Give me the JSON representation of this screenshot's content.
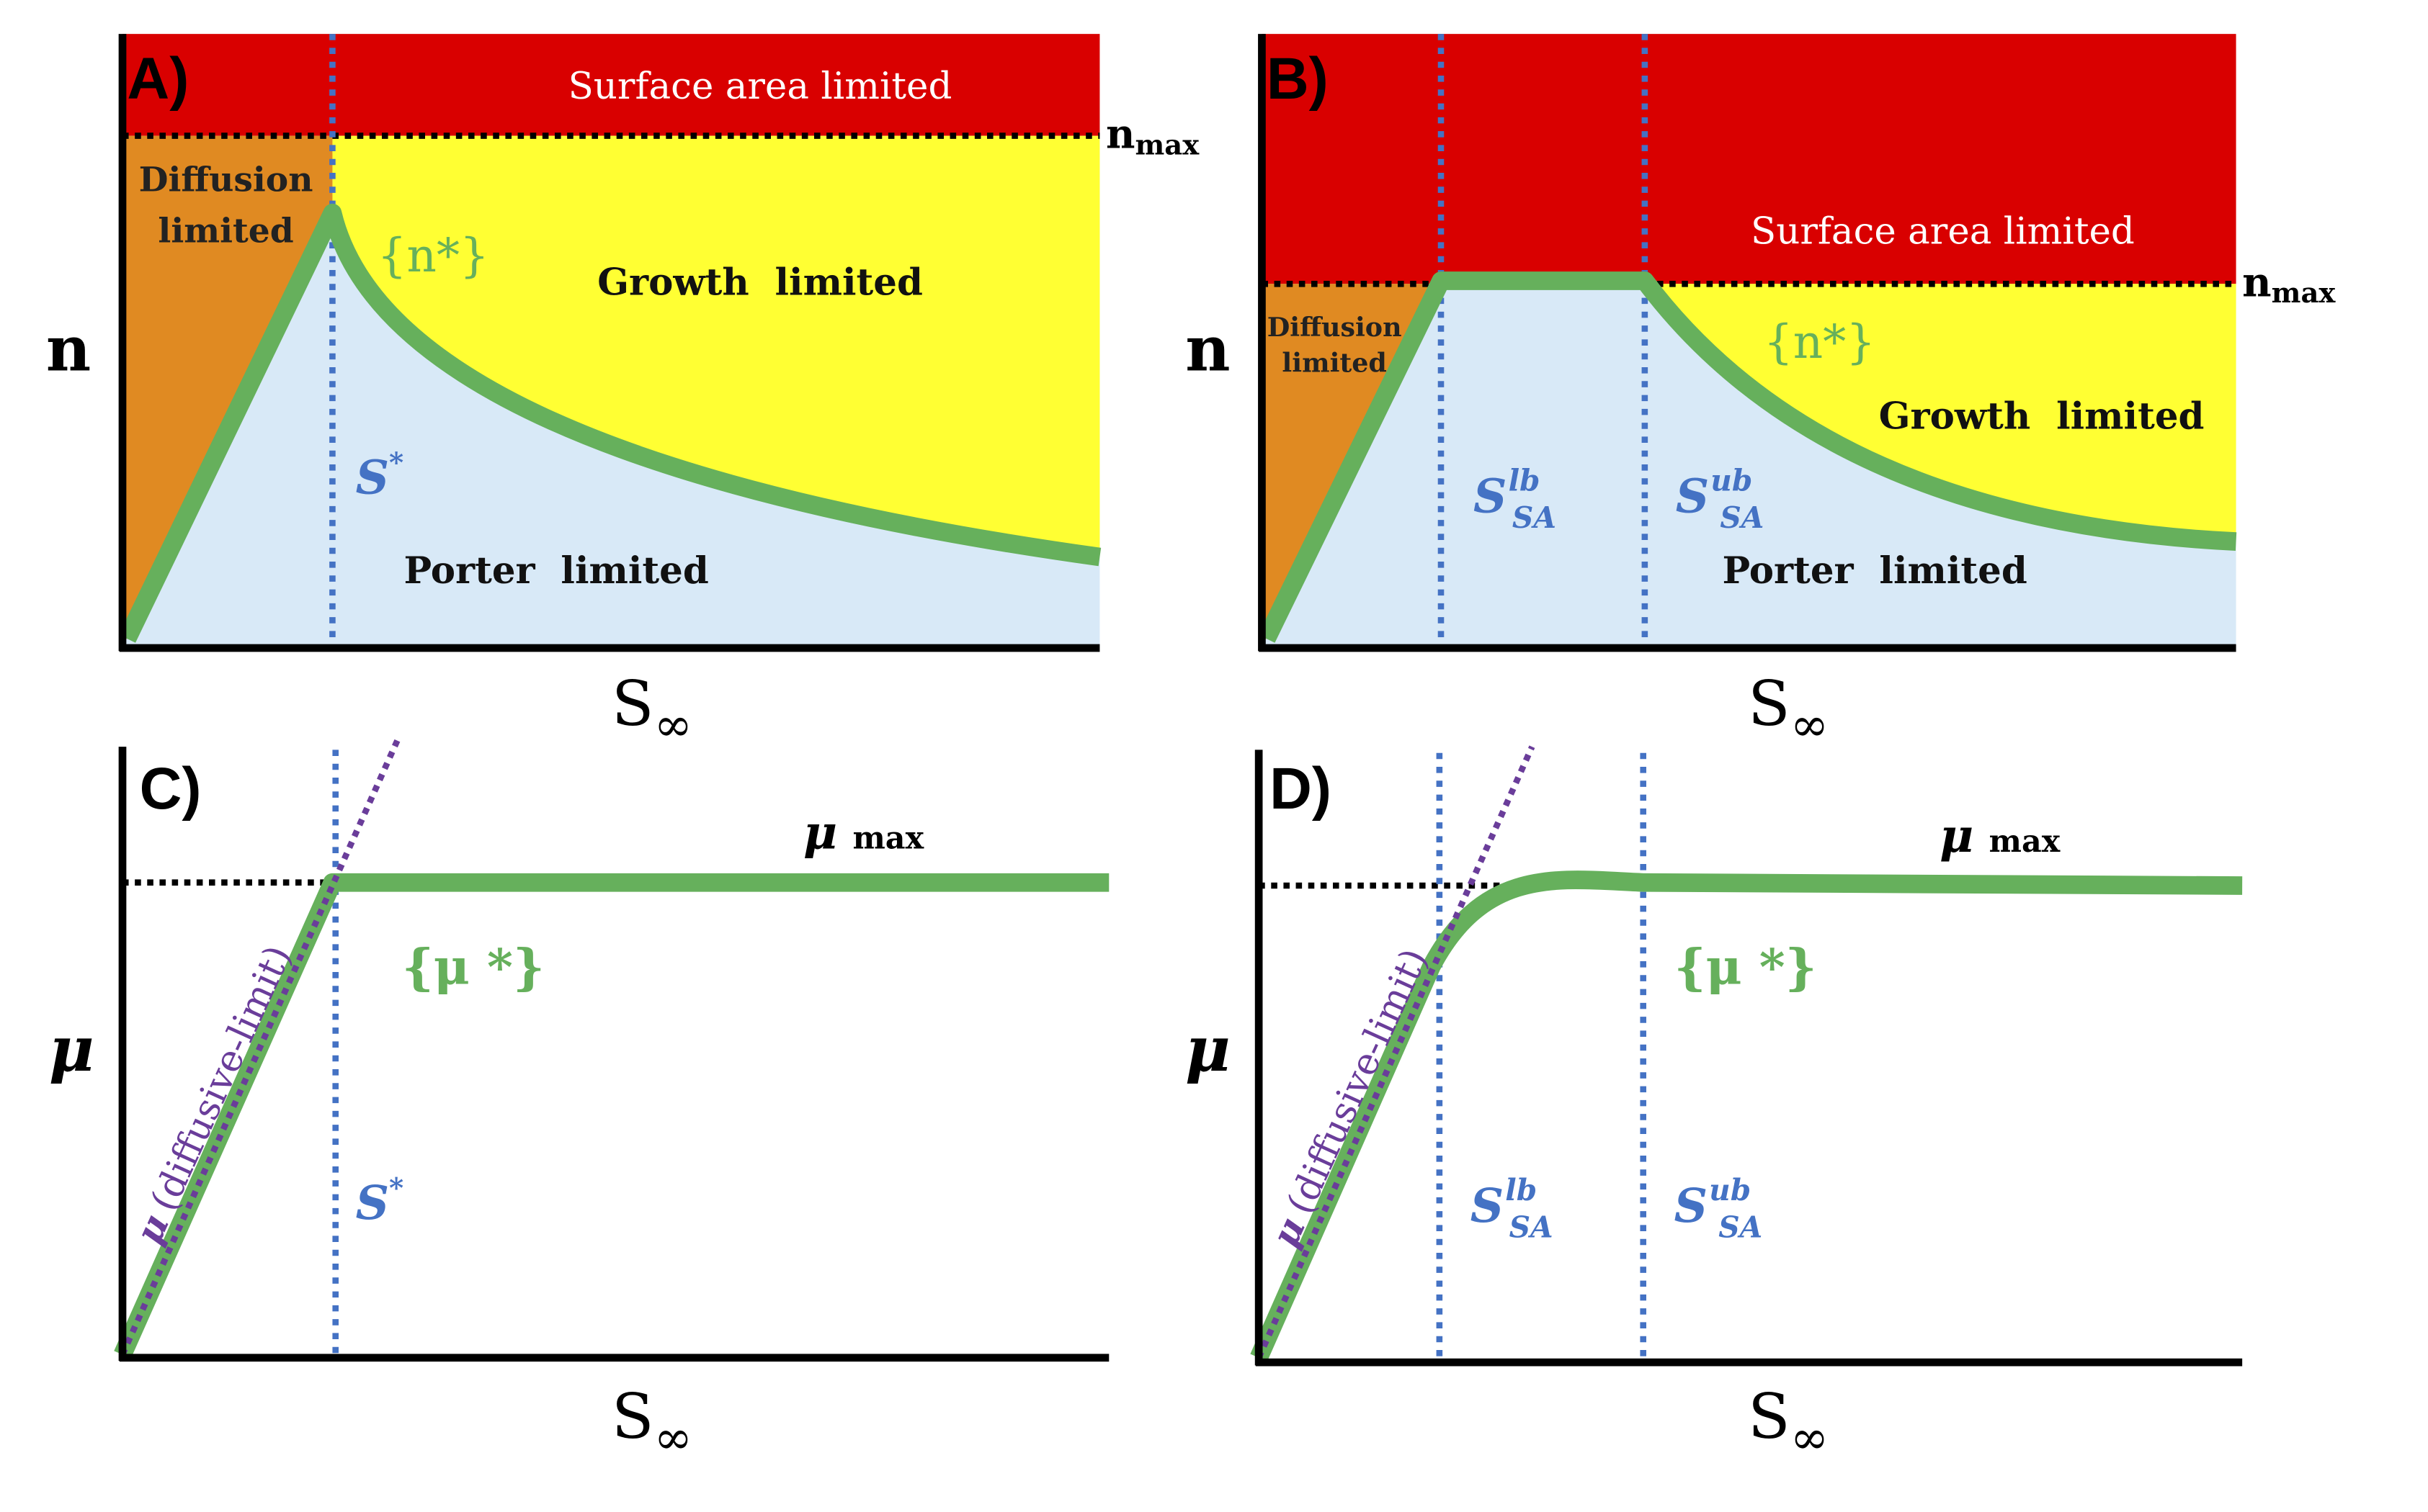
{
  "colors": {
    "surface": "#d90000",
    "growth": "#ffff33",
    "diffusion": "#e08a22",
    "porter": "#d8e9f7",
    "curve": "#66b05c",
    "marker": "#4472c4",
    "diffusive_line": "#6a3d9a",
    "axis": "#000000"
  },
  "panels": {
    "A": {
      "label": "A)",
      "y_axis": "n",
      "x_axis": "S",
      "x_sub": "∞",
      "n_max": "n",
      "n_max_sub": "max",
      "regions": {
        "surface": "Surface area limited",
        "diffusion_1": "Diffusion",
        "diffusion_2": "limited",
        "growth": "Growth  limited",
        "porter": "Porter  limited"
      },
      "curve_label": "{n*}",
      "marker": "S",
      "marker_sup": "*"
    },
    "B": {
      "label": "B)",
      "y_axis": "n",
      "x_axis": "S",
      "x_sub": "∞",
      "n_max": "n",
      "n_max_sub": "max",
      "regions": {
        "surface": "Surface area limited",
        "diffusion_1": "Diffusion",
        "diffusion_2": "limited",
        "growth": "Growth  limited",
        "porter": "Porter  limited"
      },
      "curve_label": "{n*}",
      "marker_lb": "S",
      "marker_lb_sup": "lb",
      "marker_lb_sub": "SA",
      "marker_ub": "S",
      "marker_ub_sup": "ub",
      "marker_ub_sub": "SA"
    },
    "C": {
      "label": "C)",
      "y_axis": "μ",
      "x_axis": "S",
      "x_sub": "∞",
      "mu_max": "μ",
      "mu_max_sub": "max",
      "curve_label": "{μ *}",
      "diffusive_mu": "μ",
      "diffusive_text": "(diffusive-limit)",
      "marker": "S",
      "marker_sup": "*"
    },
    "D": {
      "label": "D)",
      "y_axis": "μ",
      "x_axis": "S",
      "x_sub": "∞",
      "mu_max": "μ",
      "mu_max_sub": "max",
      "curve_label": "{μ *}",
      "diffusive_mu": "μ",
      "diffusive_text": "(diffusive-limit)",
      "marker_lb": "S",
      "marker_lb_sup": "lb",
      "marker_lb_sub": "SA",
      "marker_ub": "S",
      "marker_ub_sup": "ub",
      "marker_ub_sub": "SA"
    }
  }
}
